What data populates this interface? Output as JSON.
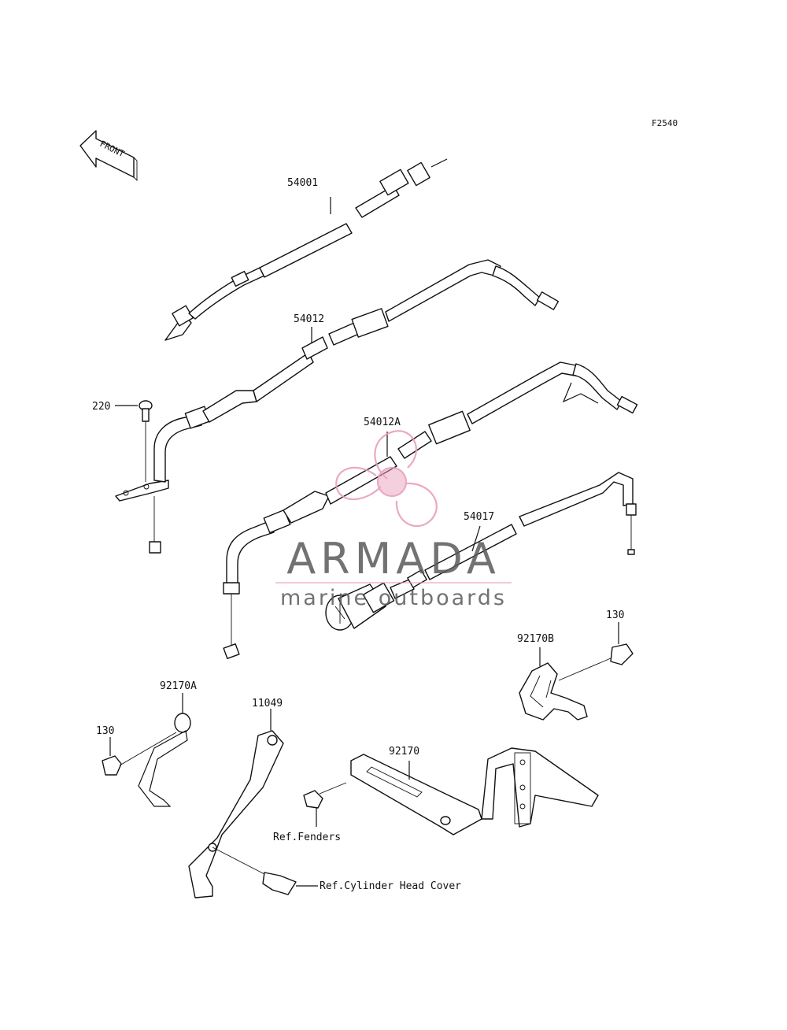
{
  "figure_code": "F2540",
  "front_arrow_label": "FRONT",
  "parts": {
    "p54001": "54001",
    "p54012": "54012",
    "p220": "220",
    "p54012A": "54012A",
    "p54017": "54017",
    "p130_right": "130",
    "p92170B": "92170B",
    "p92170A": "92170A",
    "p130_left": "130",
    "p11049": "11049",
    "p92170": "92170"
  },
  "references": {
    "fenders": "Ref.Fenders",
    "cylinder_head_cover": "Ref.Cylinder Head Cover"
  },
  "watermark": {
    "brand": "ARMADA",
    "tagline": "marine outboards",
    "colors": {
      "text": "#5a5a5a",
      "logo": "#e89ab8",
      "rule": "#e89ab8"
    }
  }
}
